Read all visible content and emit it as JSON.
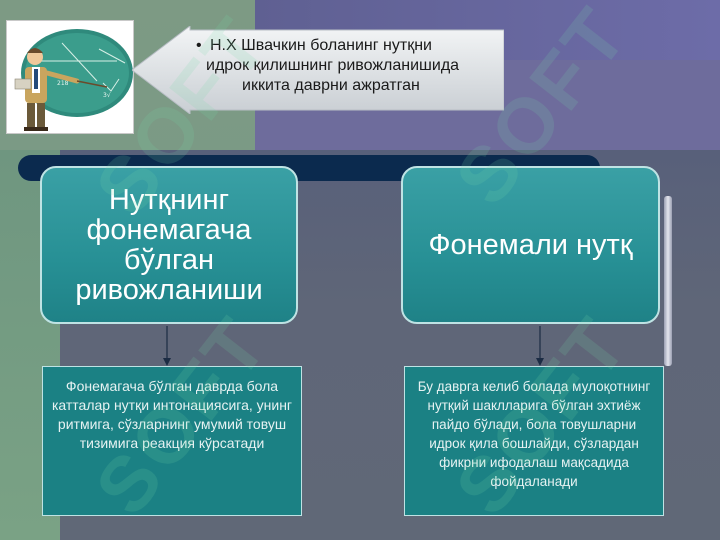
{
  "callout": {
    "bullet": "•",
    "line1": "Н.Х Швачкин боланинг нутқни",
    "line2": "идрок қилишнинг ривожланишида",
    "line3": "иккита даврни ажратган"
  },
  "stages": [
    {
      "title": "Нутқнинг фонемагача бўлган ривожланиши",
      "description": "Фонемагача бўлган даврда бола катталар нутқи интонациясига, унинг ритмига, сўзларнинг умумий товуш тизимига реакция кўрсатади"
    },
    {
      "title": "Фонемали нутқ",
      "description": "Бу даврга келиб болада мулоқотнинг нутқий шаклларига бўлган эхтиёж пайдо бўлади, бола товушларни идрок қила бошлайди, сўзлардан фикрни ифодалаш мақсадида фойдаланади"
    }
  ],
  "watermark": "SOFT",
  "colors": {
    "stage_box": "#279095",
    "description_box": "#1b8184",
    "band": "#0b2a4e"
  }
}
